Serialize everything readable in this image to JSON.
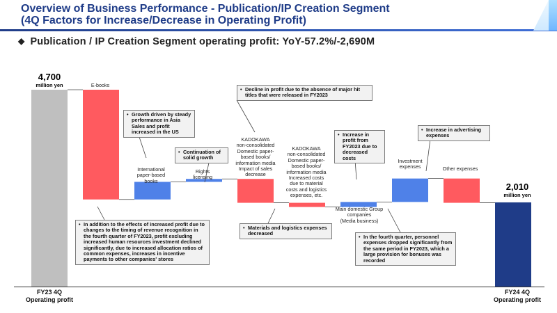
{
  "header": {
    "title_line1": "Overview of Business Performance - Publication/IP Creation Segment",
    "title_line2": "(4Q Factors for Increase/Decrease in Operating Profit)"
  },
  "subtitle": {
    "bullet": "◆",
    "text": "Publication / IP Creation Segment operating profit: YoY-57.2%/-2,690M"
  },
  "colors": {
    "start": "#bfbfbf",
    "decrease": "#ff5a5f",
    "increase": "#4f81e8",
    "end": "#1f3c88"
  },
  "chart_data": {
    "type": "bar",
    "subtype": "waterfall",
    "unit": "million yen",
    "start": {
      "label": "FY23 4Q\nOperating profit",
      "value": 4700,
      "value_text": "4,700",
      "unit_text": "million yen"
    },
    "end": {
      "label": "FY24 4Q\nOperating profit",
      "value": 2010,
      "value_text": "2,010",
      "unit_text": "million yen"
    },
    "steps": [
      {
        "label": "E-books",
        "change": -2620
      },
      {
        "label": "International\npaper-based\nbooks",
        "change": 420
      },
      {
        "label": "Rights\nlicensing",
        "change": 70
      },
      {
        "label": "KADOKAWA\nnon-consolidated\nDomestic paper-\nbased books/\ninformation media\nImpact of sales\ndecrease",
        "change": -570
      },
      {
        "label": "KADOKAWA\nnon-consolidated\nDomestic paper-\nbased books/\ninformation media\nIncreased costs\ndue to material\ncosts and logistics\nexpenses, etc.",
        "change": -100
      },
      {
        "label": "Main domestic Group\ncompanies\n(Media business)",
        "change": 120
      },
      {
        "label": "Investment\nexpenses",
        "change": 560
      },
      {
        "label": "Other expenses",
        "change": -580
      }
    ]
  },
  "callouts": [
    {
      "id": "profit-reasons",
      "text": "In addition to the effects of increased profit due to changes to the timing of revenue recognition in the fourth quarter of FY2023, profit excluding increased human resources investment declined significantly, due to increased allocation ratios of common expenses, increases in incentive payments to other companies' stores"
    },
    {
      "id": "asia-growth",
      "text": "Growth driven by steady performance in Asia Sales and profit increased in the US"
    },
    {
      "id": "rights",
      "text": "Continuation of solid growth"
    },
    {
      "id": "hit-titles",
      "text": "Decline in profit due to the absence of major hit titles that were released in FY2023"
    },
    {
      "id": "materials",
      "text": "Materials and logistics expenses decreased"
    },
    {
      "id": "costs-decrease",
      "text": "Increase in profit from FY2023 due to decreased costs"
    },
    {
      "id": "advertising",
      "text": "Increase in advertising expenses"
    },
    {
      "id": "personnel",
      "text": "In the fourth quarter, personnel expenses dropped significantly from the same period in FY2023, which a large provision for bonuses was recorded"
    }
  ]
}
